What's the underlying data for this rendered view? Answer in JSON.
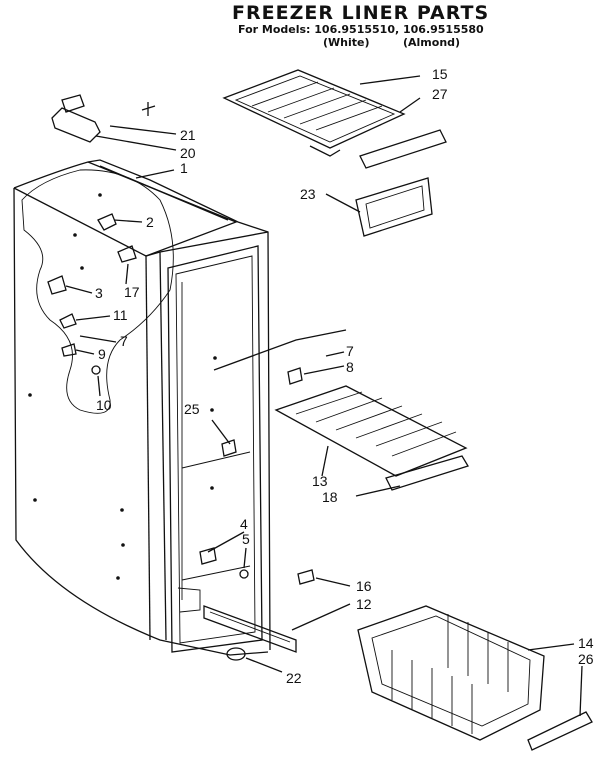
{
  "header": {
    "title": "FREEZER LINER PARTS",
    "models_line": "For Models: 106.9515510, 106.9515580",
    "color_white": "(White)",
    "color_almond": "(Almond)"
  },
  "callouts": [
    {
      "id": "c1",
      "text": "1"
    },
    {
      "id": "c2",
      "text": "2"
    },
    {
      "id": "c3",
      "text": "3"
    },
    {
      "id": "c4",
      "text": "4"
    },
    {
      "id": "c5",
      "text": "5"
    },
    {
      "id": "c7a",
      "text": "7"
    },
    {
      "id": "c7b",
      "text": "7"
    },
    {
      "id": "c8",
      "text": "8"
    },
    {
      "id": "c9",
      "text": "9"
    },
    {
      "id": "c10",
      "text": "10"
    },
    {
      "id": "c11",
      "text": "11"
    },
    {
      "id": "c12",
      "text": "12"
    },
    {
      "id": "c13",
      "text": "13"
    },
    {
      "id": "c14",
      "text": "14"
    },
    {
      "id": "c15",
      "text": "15"
    },
    {
      "id": "c16",
      "text": "16"
    },
    {
      "id": "c17",
      "text": "17"
    },
    {
      "id": "c18",
      "text": "18"
    },
    {
      "id": "c20",
      "text": "20"
    },
    {
      "id": "c21",
      "text": "21"
    },
    {
      "id": "c22",
      "text": "22"
    },
    {
      "id": "c23",
      "text": "23"
    },
    {
      "id": "c25",
      "text": "25"
    },
    {
      "id": "c26",
      "text": "26"
    },
    {
      "id": "c27",
      "text": "27"
    }
  ]
}
